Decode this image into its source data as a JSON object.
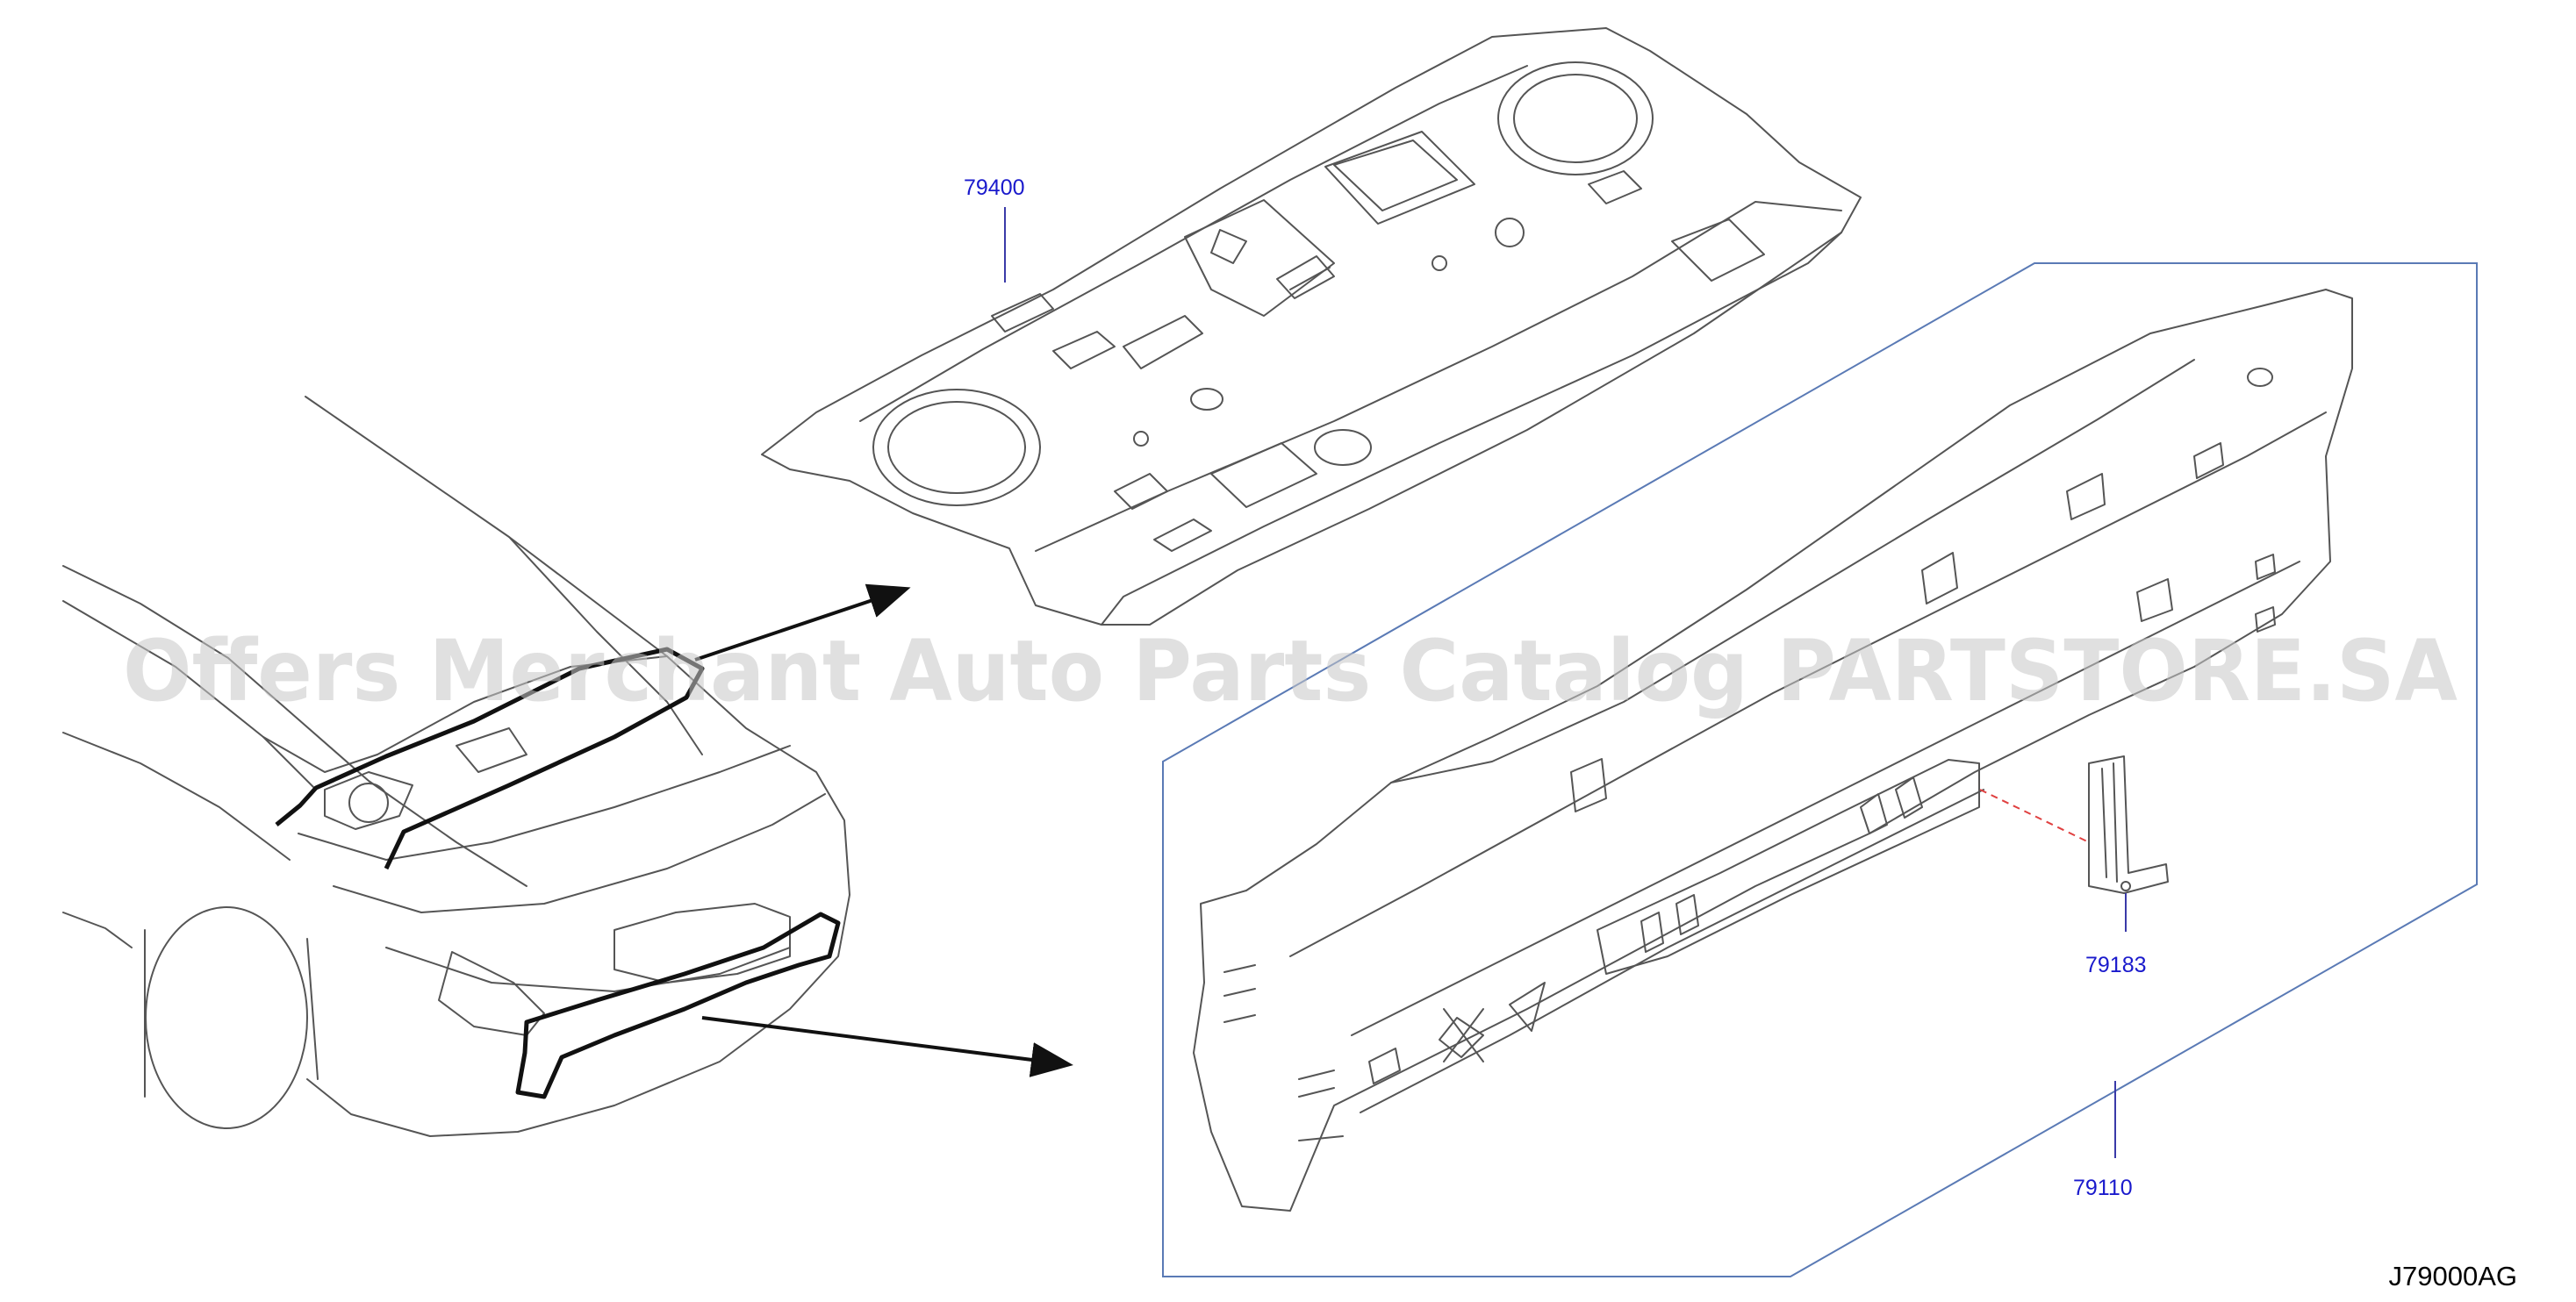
{
  "diagram": {
    "parts": [
      {
        "number": "79400"
      },
      {
        "number": "79183"
      },
      {
        "number": "79110"
      }
    ],
    "reference_code": "J79000AG",
    "watermark": "Offers Merchant Auto Parts Catalog PARTSTORE.SA",
    "colors": {
      "label": "#1a1acc",
      "frame": "#5a7ab5",
      "dash": "#e04040",
      "line": "#555555"
    }
  }
}
